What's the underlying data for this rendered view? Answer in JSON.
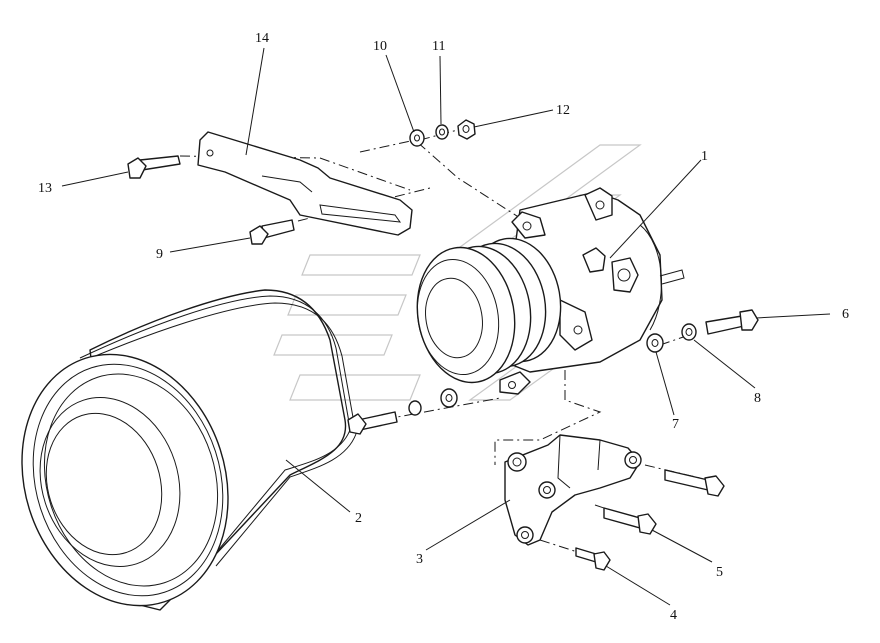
{
  "callouts": [
    "1",
    "2",
    "3",
    "4",
    "5",
    "6",
    "7",
    "8",
    "9",
    "10",
    "11",
    "12",
    "13",
    "14"
  ],
  "colors": {
    "line": "#1a1a1a",
    "background": "#ffffff",
    "watermark": "#9a9a9a"
  }
}
